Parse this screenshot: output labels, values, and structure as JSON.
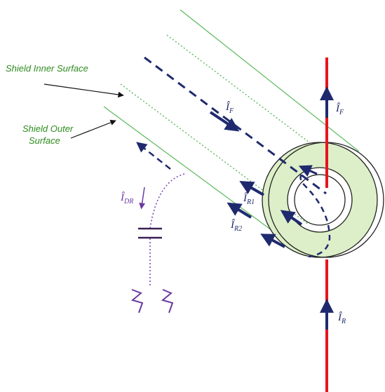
{
  "labels": {
    "shield_inner": "Shield Inner Surface",
    "shield_outer_line1": "Shield Outer",
    "shield_outer_line2": "Surface"
  },
  "currents": {
    "forward": {
      "symbol": "Î",
      "sub": "F"
    },
    "forward_wire": {
      "symbol": "Î",
      "sub": "F"
    },
    "r1": {
      "symbol": "Î",
      "sub": "R1"
    },
    "r2": {
      "symbol": "Î",
      "sub": "R2"
    },
    "dr": {
      "symbol": "Î",
      "sub": "DR"
    },
    "reverse_wire": {
      "symbol": "Î",
      "sub": "R"
    }
  },
  "colors": {
    "shield_line": "#5cb85c",
    "ring_fill": "#ddefc8",
    "wire": "#e8141e",
    "current_arrow": "#1f2a6e",
    "dr_path": "#7a3fb0"
  },
  "icons": [
    "ground-symbol-icon",
    "ground-symbol-icon"
  ]
}
